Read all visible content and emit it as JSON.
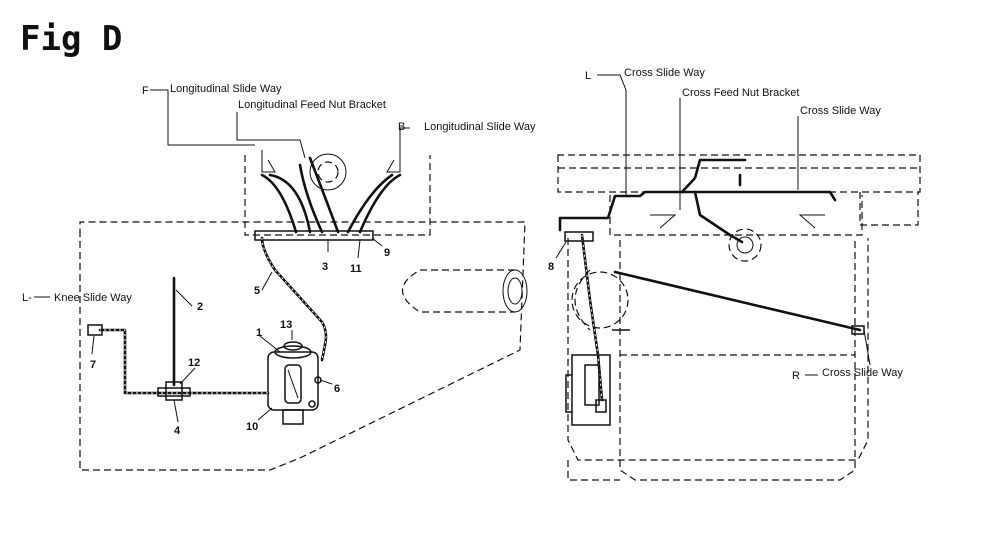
{
  "figure_title": "Fig D",
  "left_view": {
    "labels": {
      "f_marker": "F",
      "f_slide": "Longitudinal Slide Way",
      "feed_nut": "Longitudinal Feed Nut Bracket",
      "b_marker": "B",
      "b_slide": "Longitudinal Slide Way",
      "l_marker": "L-",
      "knee": "Knee Slide Way"
    },
    "parts": [
      "1",
      "2",
      "3",
      "4",
      "5",
      "6",
      "7",
      "9",
      "10",
      "11",
      "12",
      "13"
    ]
  },
  "right_view": {
    "labels": {
      "l_marker": "L",
      "cross_l": "Cross Slide Way",
      "feed_nut": "Cross Feed Nut Bracket",
      "cross_top": "Cross Slide Way",
      "r_marker": "R",
      "cross_r": "Cross Slide Way"
    },
    "parts": [
      "8"
    ]
  }
}
